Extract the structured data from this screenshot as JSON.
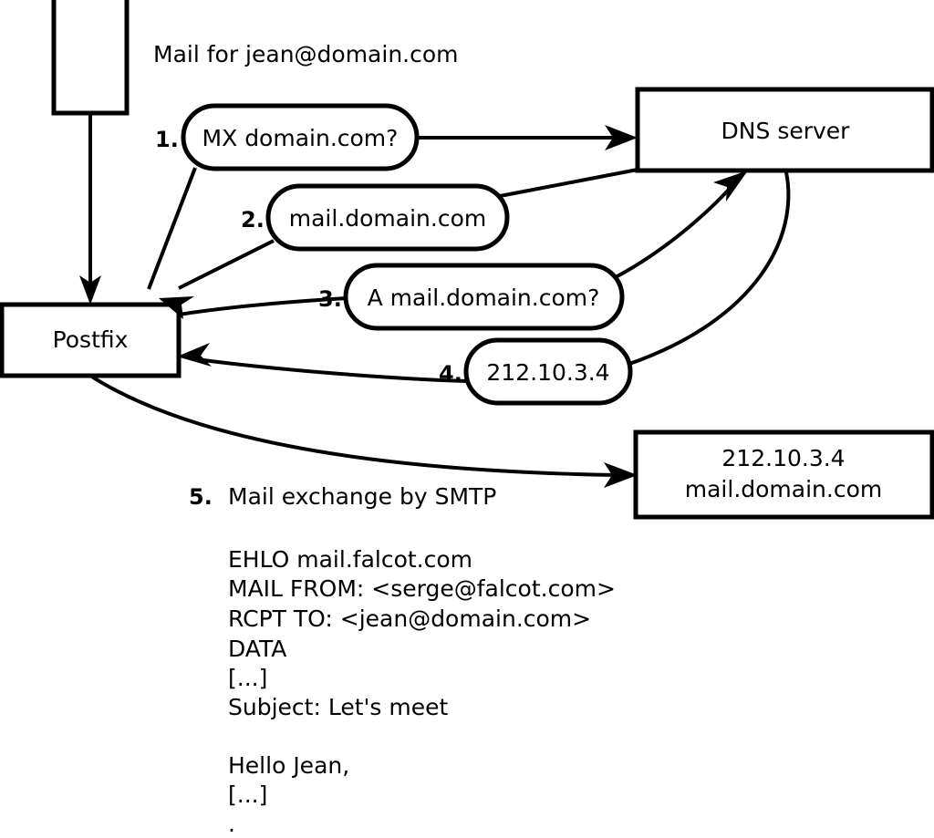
{
  "diagram": {
    "title_note": "Mail for jean@domain.com",
    "nodes": {
      "sender": {
        "label": ""
      },
      "postfix": {
        "label": "Postfix"
      },
      "dns": {
        "label": "DNS server"
      },
      "mailserver": {
        "line1": "212.10.3.4",
        "line2": "mail.domain.com"
      }
    },
    "steps": [
      {
        "num": "1.",
        "text": "MX domain.com?"
      },
      {
        "num": "2.",
        "text": "mail.domain.com"
      },
      {
        "num": "3.",
        "text": "A mail.domain.com?"
      },
      {
        "num": "4.",
        "text": "212.10.3.4"
      }
    ],
    "step5": {
      "num": "5.",
      "text": "Mail exchange by SMTP"
    },
    "smtp_transcript": [
      "EHLO mail.falcot.com",
      "MAIL FROM: <serge@falcot.com>",
      "RCPT TO: <jean@domain.com>",
      "DATA",
      "[...]",
      "Subject: Let's meet",
      "",
      "Hello Jean,",
      "[...]",
      "."
    ],
    "colors": {
      "stroke": "#000000",
      "fill": "#ffffff",
      "text": "#000000"
    }
  }
}
